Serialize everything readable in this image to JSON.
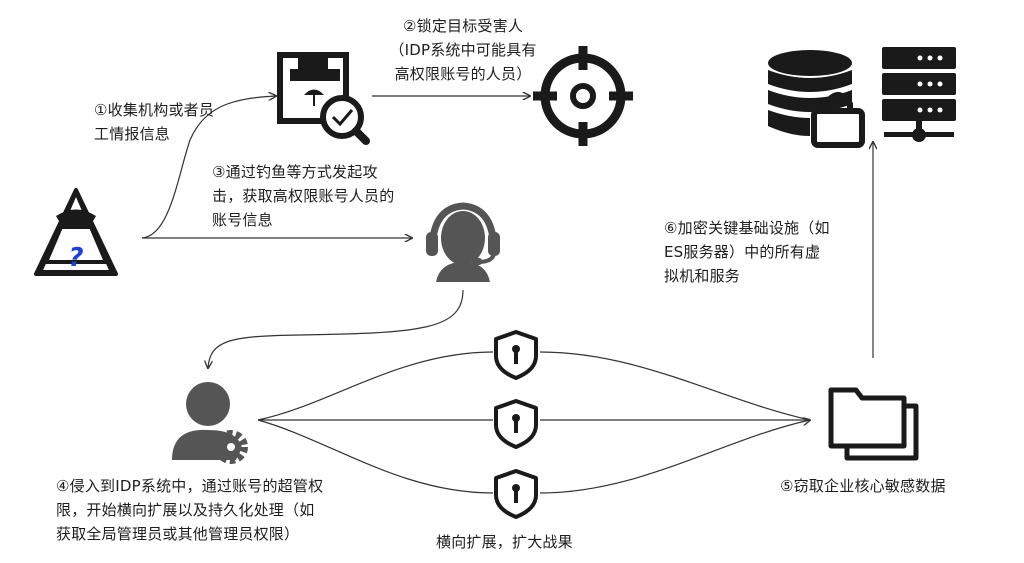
{
  "steps": {
    "s1": "①收集机构或者员\n工情报信息",
    "s2": "②锁定目标受害人\n（IDP系统中可能具有\n高权限账号的人员）",
    "s3": "③通过钓鱼等方式发起攻\n击，获取高权限账号人员的\n账号信息",
    "s4": "④侵入到IDP系统中，通过账号的超管权\n限，开始横向扩展以及持久化处理（如\n获取全局管理员或其他管理员权限）",
    "s5": "⑤窃取企业核心敏感数据",
    "s6": "⑥加密关键基础设施（如\nES服务器）中的所有虚\n拟机和服务",
    "lateral": "横向扩展，扩大战果"
  },
  "hacker_mark": "?",
  "colors": {
    "icon": "#1a1a1a",
    "line": "#333333",
    "hacker_mark": "#1f3fd6",
    "gray_icon": "#555555"
  },
  "icons": [
    "hacker-icon",
    "document-search-icon",
    "target-icon",
    "headset-agent-icon",
    "admin-user-gear-icon",
    "shield-keyhole-icon",
    "folders-icon",
    "database-lock-icon",
    "server-icon"
  ]
}
